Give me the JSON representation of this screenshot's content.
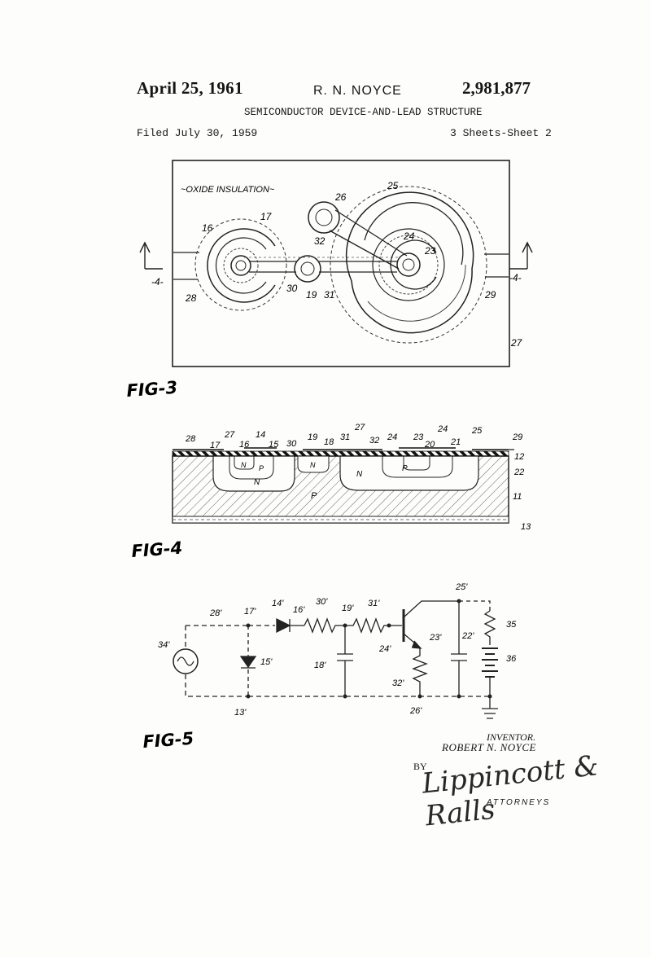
{
  "header": {
    "date": "April 25, 1961",
    "inventor": "R. N. NOYCE",
    "patent_number": "2,981,877",
    "title": "SEMICONDUCTOR DEVICE-AND-LEAD STRUCTURE",
    "filed": "Filed July 30, 1959",
    "sheets": "3 Sheets-Sheet 2"
  },
  "figures": {
    "fig3": {
      "caption": "FIG-3",
      "oxide_label": "~OXIDE INSULATION~",
      "refs": [
        "16",
        "17",
        "25",
        "26",
        "32",
        "24",
        "23",
        "-4-",
        "28",
        "30",
        "19",
        "31",
        "29",
        "27"
      ]
    },
    "fig4": {
      "caption": "FIG-4",
      "refs": [
        "28",
        "27",
        "17",
        "16",
        "14",
        "15",
        "30",
        "19",
        "18",
        "31",
        "27",
        "32",
        "24",
        "23",
        "20",
        "24",
        "21",
        "25",
        "29",
        "12",
        "22",
        "11",
        "13"
      ],
      "regions": [
        "N",
        "P",
        "N",
        "N",
        "P",
        "N",
        "P"
      ]
    },
    "fig5": {
      "caption": "FIG-5",
      "refs": [
        "28'",
        "17'",
        "14'",
        "16'",
        "30'",
        "19'",
        "31'",
        "25'",
        "34'",
        "15'",
        "18'",
        "24'",
        "23'",
        "22'",
        "35",
        "36",
        "32'",
        "13'",
        "26'"
      ]
    }
  },
  "signature": {
    "inventor_label": "INVENTOR.",
    "inventor_name": "ROBERT N. NOYCE",
    "by": "BY",
    "attorney_signature": "Lippincott & Ralls",
    "attorneys_label": "ATTORNEYS"
  }
}
